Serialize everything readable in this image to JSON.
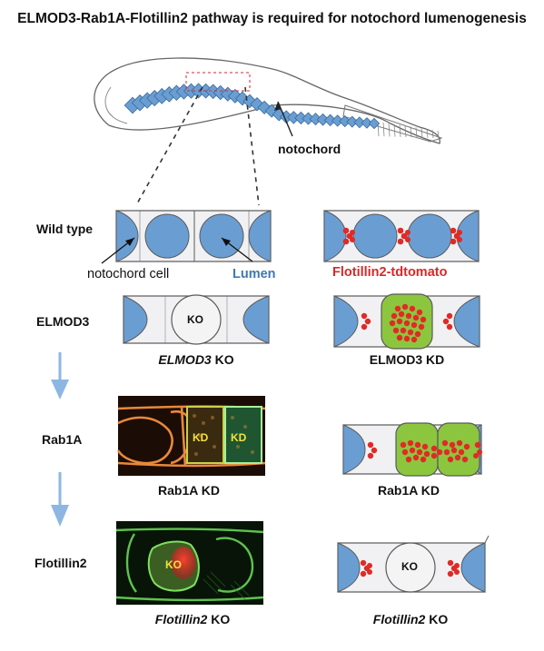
{
  "title": "ELMOD3-Rab1A-Flotillin2 pathway is required for notochord lumenogenesis",
  "embryo": {
    "notochord_label": "notochord"
  },
  "rows": {
    "wild_type": {
      "label": "Wild type",
      "notochord_cell_label": "notochord cell",
      "lumen_label": "Lumen",
      "flotillin_label": "Flotillin2-tdtomato"
    },
    "elmod3": {
      "label": "ELMOD3",
      "ko_cell_text": "KO",
      "left_caption_gene": "ELMOD3",
      "left_caption_suffix": " KO",
      "right_caption": "ELMOD3 KD"
    },
    "rab1a": {
      "label": "Rab1A",
      "micro_kd1": "KD",
      "micro_kd2": "KD",
      "left_caption": "Rab1A KD",
      "right_caption": "Rab1A KD"
    },
    "flotillin2": {
      "label": "Flotillin2",
      "micro_ko": "KO",
      "ko_cell_text": "KO",
      "left_caption_gene": "Flotillin2",
      "left_caption_suffix": " KO",
      "right_caption_gene": "Flotillin2",
      "right_caption_suffix": " KO"
    }
  },
  "colors": {
    "lumen": "#6a9ed3",
    "cell": "#f1f1f3",
    "outline": "#5a5a5a",
    "green": "#8cc63e",
    "red": "#e02a26",
    "arrow": "#8db7e2",
    "micro_orange": "#e8893a",
    "micro_green": "#5fc24f"
  }
}
